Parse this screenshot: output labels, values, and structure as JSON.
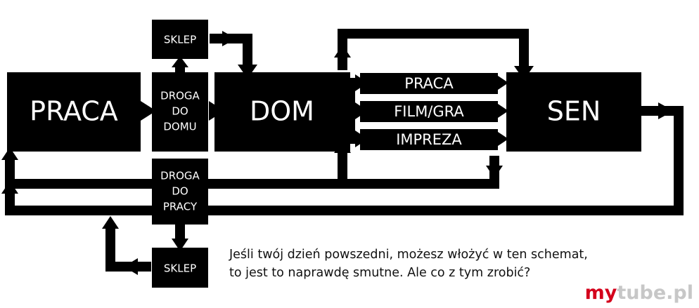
{
  "nodes": {
    "praca_main": "PRACA",
    "droga_do_domu": [
      "DROGA",
      "DO",
      "DOMU"
    ],
    "sklep_top": "SKLEP",
    "dom": "DOM",
    "opt_praca": "PRACA",
    "opt_film": "FILM/GRA",
    "opt_impreza": "IMPREZA",
    "sen": "SEN",
    "droga_do_pracy": [
      "DROGA",
      "DO",
      "PRACY"
    ],
    "sklep_bottom": "SKLEP"
  },
  "caption": {
    "line1": "Jeśli twój dzień powszedni, możesz włożyć w ten schemat,",
    "line2": "to jest to naprawdę smutne. Ale co z tym zrobić?"
  },
  "brand": {
    "part1": "my",
    "part2": "tube.pl"
  },
  "colors": {
    "box": "#000000",
    "text_on_box": "#ffffff",
    "brand_red": "#d4001b",
    "brand_gray": "#c7c7c7"
  }
}
